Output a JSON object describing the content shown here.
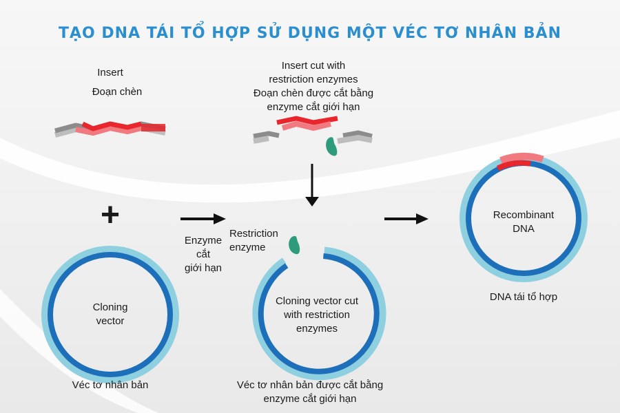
{
  "title": "TẠO DNA TÁI TỔ HỢP SỬ DỤNG MỘT VÉC TƠ NHÂN BẢN",
  "insert": {
    "label_en": "Insert",
    "label_vi": "Đoạn chèn"
  },
  "insert_cut": {
    "lines": [
      "Insert cut with",
      "restriction enzymes",
      "Đoạn chèn được cắt bằng",
      "enzyme cắt giới hạn"
    ]
  },
  "plus_sign": "+",
  "arrow_label": {
    "lines": [
      "Enzyme",
      "cắt",
      "giới hạn"
    ]
  },
  "cloning_vector": {
    "lines": [
      "Cloning",
      "vector"
    ],
    "caption": "Véc tơ nhân bản"
  },
  "restriction_enzyme": {
    "lines": [
      "Restriction",
      "enzyme"
    ]
  },
  "cut_vector": {
    "lines": [
      "Cloning vector cut",
      "with restriction",
      "enzymes"
    ],
    "caption_lines": [
      "Véc tơ nhân bản được cắt bằng",
      "enzyme cắt giới hạn"
    ]
  },
  "recombinant": {
    "lines": [
      "Recombinant",
      "DNA"
    ],
    "caption": "DNA tái tổ hợp"
  },
  "colors": {
    "title": "#2b8fcf",
    "plasmid_outer": "#8fd0e0",
    "plasmid_inner": "#1c6fb8",
    "insert_red": "#e8262c",
    "insert_pink": "#f07a80",
    "dna_gray": "#9a9a9a",
    "enzyme_green": "#2e9b7d"
  }
}
